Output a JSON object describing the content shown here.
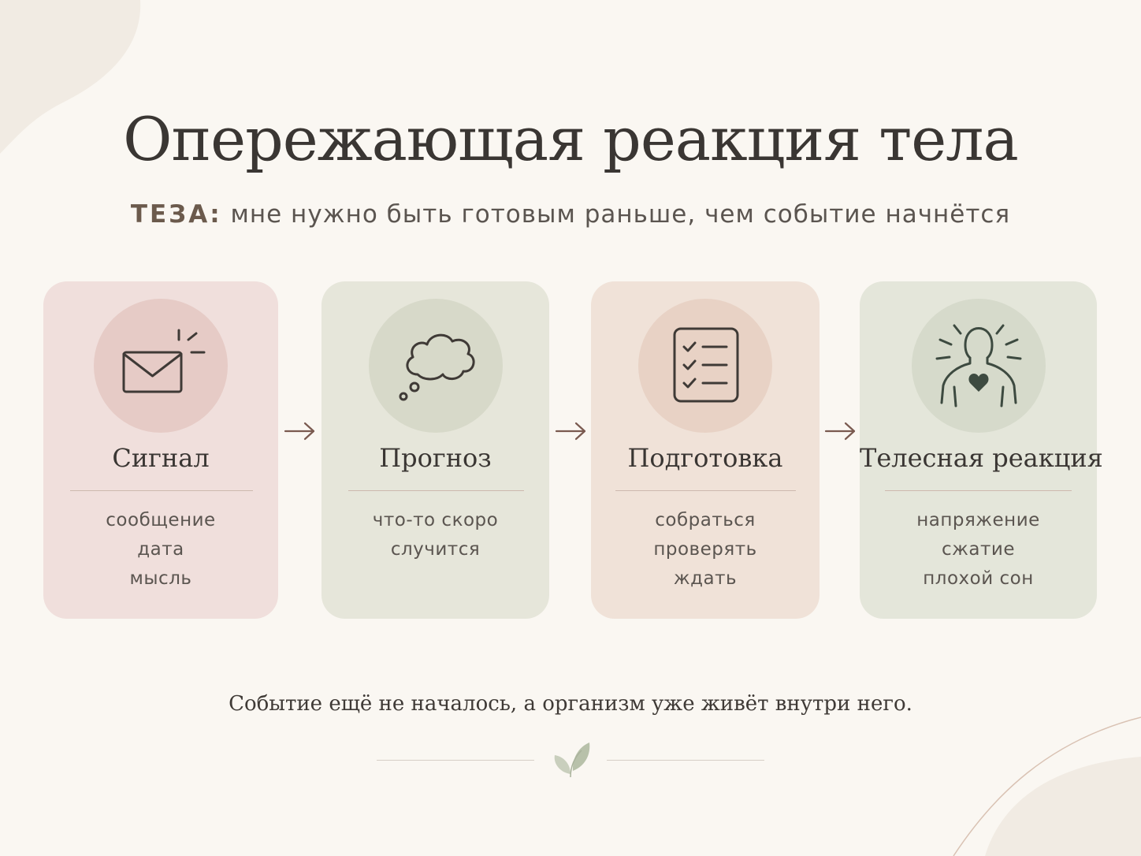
{
  "title": "Опережающая реакция тела",
  "subtitle": {
    "label": "ТЕЗА:",
    "text": "мне нужно быть готовым раньше, чем событие начнётся"
  },
  "steps": [
    {
      "title": "Сигнал",
      "icon": "envelope-icon",
      "items": [
        "сообщение",
        "дата",
        "мысль"
      ],
      "card_color": "#f0dfdc",
      "circle_color": "#e6cbc6"
    },
    {
      "title": "Прогноз",
      "icon": "thought-cloud-icon",
      "items": [
        "что-то скоро",
        "случится"
      ],
      "card_color": "#e6e6da",
      "circle_color": "#d7d9c9"
    },
    {
      "title": "Подготовка",
      "icon": "checklist-icon",
      "items": [
        "собраться",
        "проверять",
        "ждать"
      ],
      "card_color": "#f0e2d8",
      "circle_color": "#e8d2c5"
    },
    {
      "title": "Телесная реакция",
      "icon": "body-heart-icon",
      "items": [
        "напряжение",
        "сжатие",
        "плохой сон"
      ],
      "card_color": "#e4e6da",
      "circle_color": "#d6dacb"
    }
  ],
  "arrow_icon": "arrow-right-icon",
  "caption": "Событие ещё не началось, а организм уже живёт внутри него.",
  "ornament_icon": "leaf-icon",
  "colors": {
    "background": "#faf7f2",
    "text": "#3a3633",
    "icon_stroke": "#3f3a36",
    "arrow": "#7a5a50",
    "heart": "#3d4a40"
  }
}
